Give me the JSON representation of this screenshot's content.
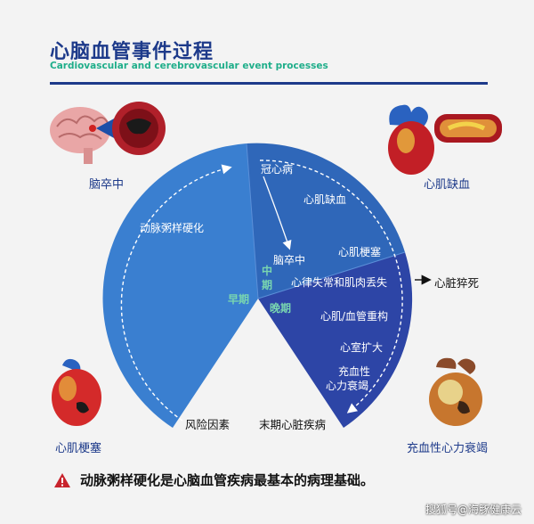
{
  "header": {
    "title": "心脑血管事件过程",
    "subtitle": "Cardiovascular and cerebrovascular event processes"
  },
  "diagram": {
    "early_label": "早期",
    "middle_label": "中期",
    "late_label": "晚期",
    "stages": [
      "动脉粥样硬化",
      "冠心病",
      "心肌缺血",
      "脑卒中",
      "心肌梗塞",
      "心律失常和肌肉丢失",
      "心肌/血管重构",
      "心室扩大",
      "充血性",
      "心力衰竭",
      "风险因素",
      "末期心脏疾病"
    ],
    "outcome": "心脏猝死"
  },
  "corners": {
    "top_left": "脑卒中",
    "top_right": "心肌缺血",
    "bottom_left": "心肌梗塞",
    "bottom_right": "充血性心力衰竭"
  },
  "footer": {
    "text": "动脉粥样硬化是心脑血管疾病最基本的病理基础。"
  },
  "watermark": "搜狐号@海豚健康云",
  "colors": {
    "dark_blue": "#1d3a8a",
    "early_blue": "#3a7fd0",
    "middle_blue": "#2f67b9",
    "late_blue": "#2d45a6",
    "accent_green": "#1fae8a",
    "warning_red": "#c8232c"
  }
}
